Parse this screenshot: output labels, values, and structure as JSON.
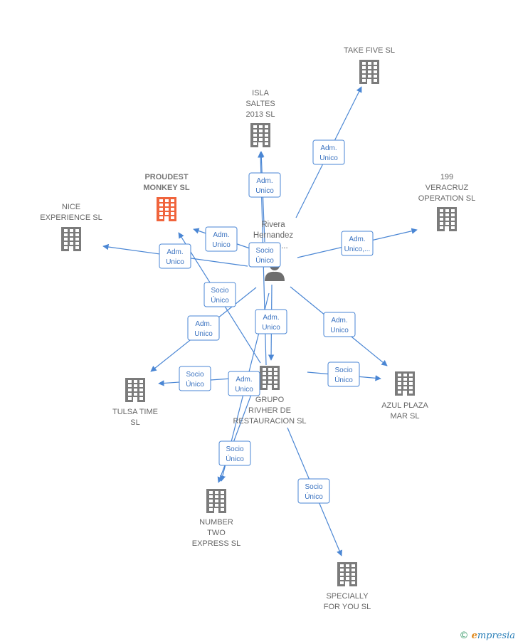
{
  "colors": {
    "edge": "#4a86d4",
    "building": "#7b7b7b",
    "focus": "#f0643c",
    "person": "#6e6e6e"
  },
  "person": {
    "label": [
      "Rivera",
      "Hernandez",
      "Marco..."
    ],
    "icon": "person-icon"
  },
  "companies": [
    {
      "id": "take-five",
      "label": [
        "TAKE FIVE  SL"
      ],
      "focus": false
    },
    {
      "id": "isla-saltes",
      "label": [
        "ISLA",
        "SALTES",
        "2013  SL"
      ],
      "focus": false
    },
    {
      "id": "proudest-monkey",
      "label": [
        "PROUDEST",
        "MONKEY  SL"
      ],
      "focus": true
    },
    {
      "id": "nice-experience",
      "label": [
        "NICE",
        "EXPERIENCE SL"
      ],
      "focus": false
    },
    {
      "id": "199-veracruz",
      "label": [
        "199",
        "VERACRUZ",
        "OPERATION SL"
      ],
      "focus": false
    },
    {
      "id": "grupo-rivher",
      "label": [
        "GRUPO",
        "RIVHER DE",
        "RESTAURACION SL"
      ],
      "focus": false
    },
    {
      "id": "tulsa-time",
      "label": [
        "TULSA TIME",
        "SL"
      ],
      "focus": false
    },
    {
      "id": "azul-plaza",
      "label": [
        "AZUL PLAZA",
        "MAR  SL"
      ],
      "focus": false
    },
    {
      "id": "number-two",
      "label": [
        "NUMBER",
        "TWO",
        "EXPRESS  SL"
      ],
      "focus": false
    },
    {
      "id": "specially",
      "label": [
        "SPECIALLY",
        "FOR YOU SL"
      ],
      "focus": false
    }
  ],
  "relations": [
    {
      "from": "person",
      "to": "take-five",
      "label": [
        "Adm.",
        "Unico"
      ]
    },
    {
      "from": "person",
      "to": "isla-saltes",
      "label": [
        "Adm.",
        "Unico"
      ]
    },
    {
      "from": "person",
      "to": "proudest-monkey",
      "label": [
        "Adm.",
        "Unico"
      ]
    },
    {
      "from": "person",
      "to": "nice-experience",
      "label": [
        "Adm.",
        "Unico"
      ]
    },
    {
      "from": "person",
      "to": "199-veracruz",
      "label": [
        "Adm.",
        "Unico,..."
      ]
    },
    {
      "from": "person",
      "to": "grupo-rivher",
      "label": [
        "Adm.",
        "Unico"
      ]
    },
    {
      "from": "person",
      "to": "azul-plaza",
      "label": [
        "Adm.",
        "Unico"
      ]
    },
    {
      "from": "person",
      "to": "tulsa-time",
      "label": [
        "Adm.",
        "Unico"
      ]
    },
    {
      "from": "person",
      "to": "number-two",
      "label": [
        "Adm.",
        "Unico"
      ]
    },
    {
      "from": "grupo-rivher",
      "to": "isla-saltes",
      "label": [
        "Socio",
        "Único"
      ]
    },
    {
      "from": "grupo-rivher",
      "to": "proudest-monkey",
      "label": [
        "Socio",
        "Único"
      ]
    },
    {
      "from": "grupo-rivher",
      "to": "tulsa-time",
      "label": [
        "Socio",
        "Único"
      ]
    },
    {
      "from": "grupo-rivher",
      "to": "azul-plaza",
      "label": [
        "Socio",
        "Único"
      ]
    },
    {
      "from": "grupo-rivher",
      "to": "number-two",
      "label": [
        "Socio",
        "Único"
      ]
    },
    {
      "from": "grupo-rivher",
      "to": "specially",
      "label": [
        "Socio",
        "Único"
      ]
    }
  ],
  "brand": {
    "copyright": "©",
    "initial": "e",
    "rest": "mpresia"
  }
}
